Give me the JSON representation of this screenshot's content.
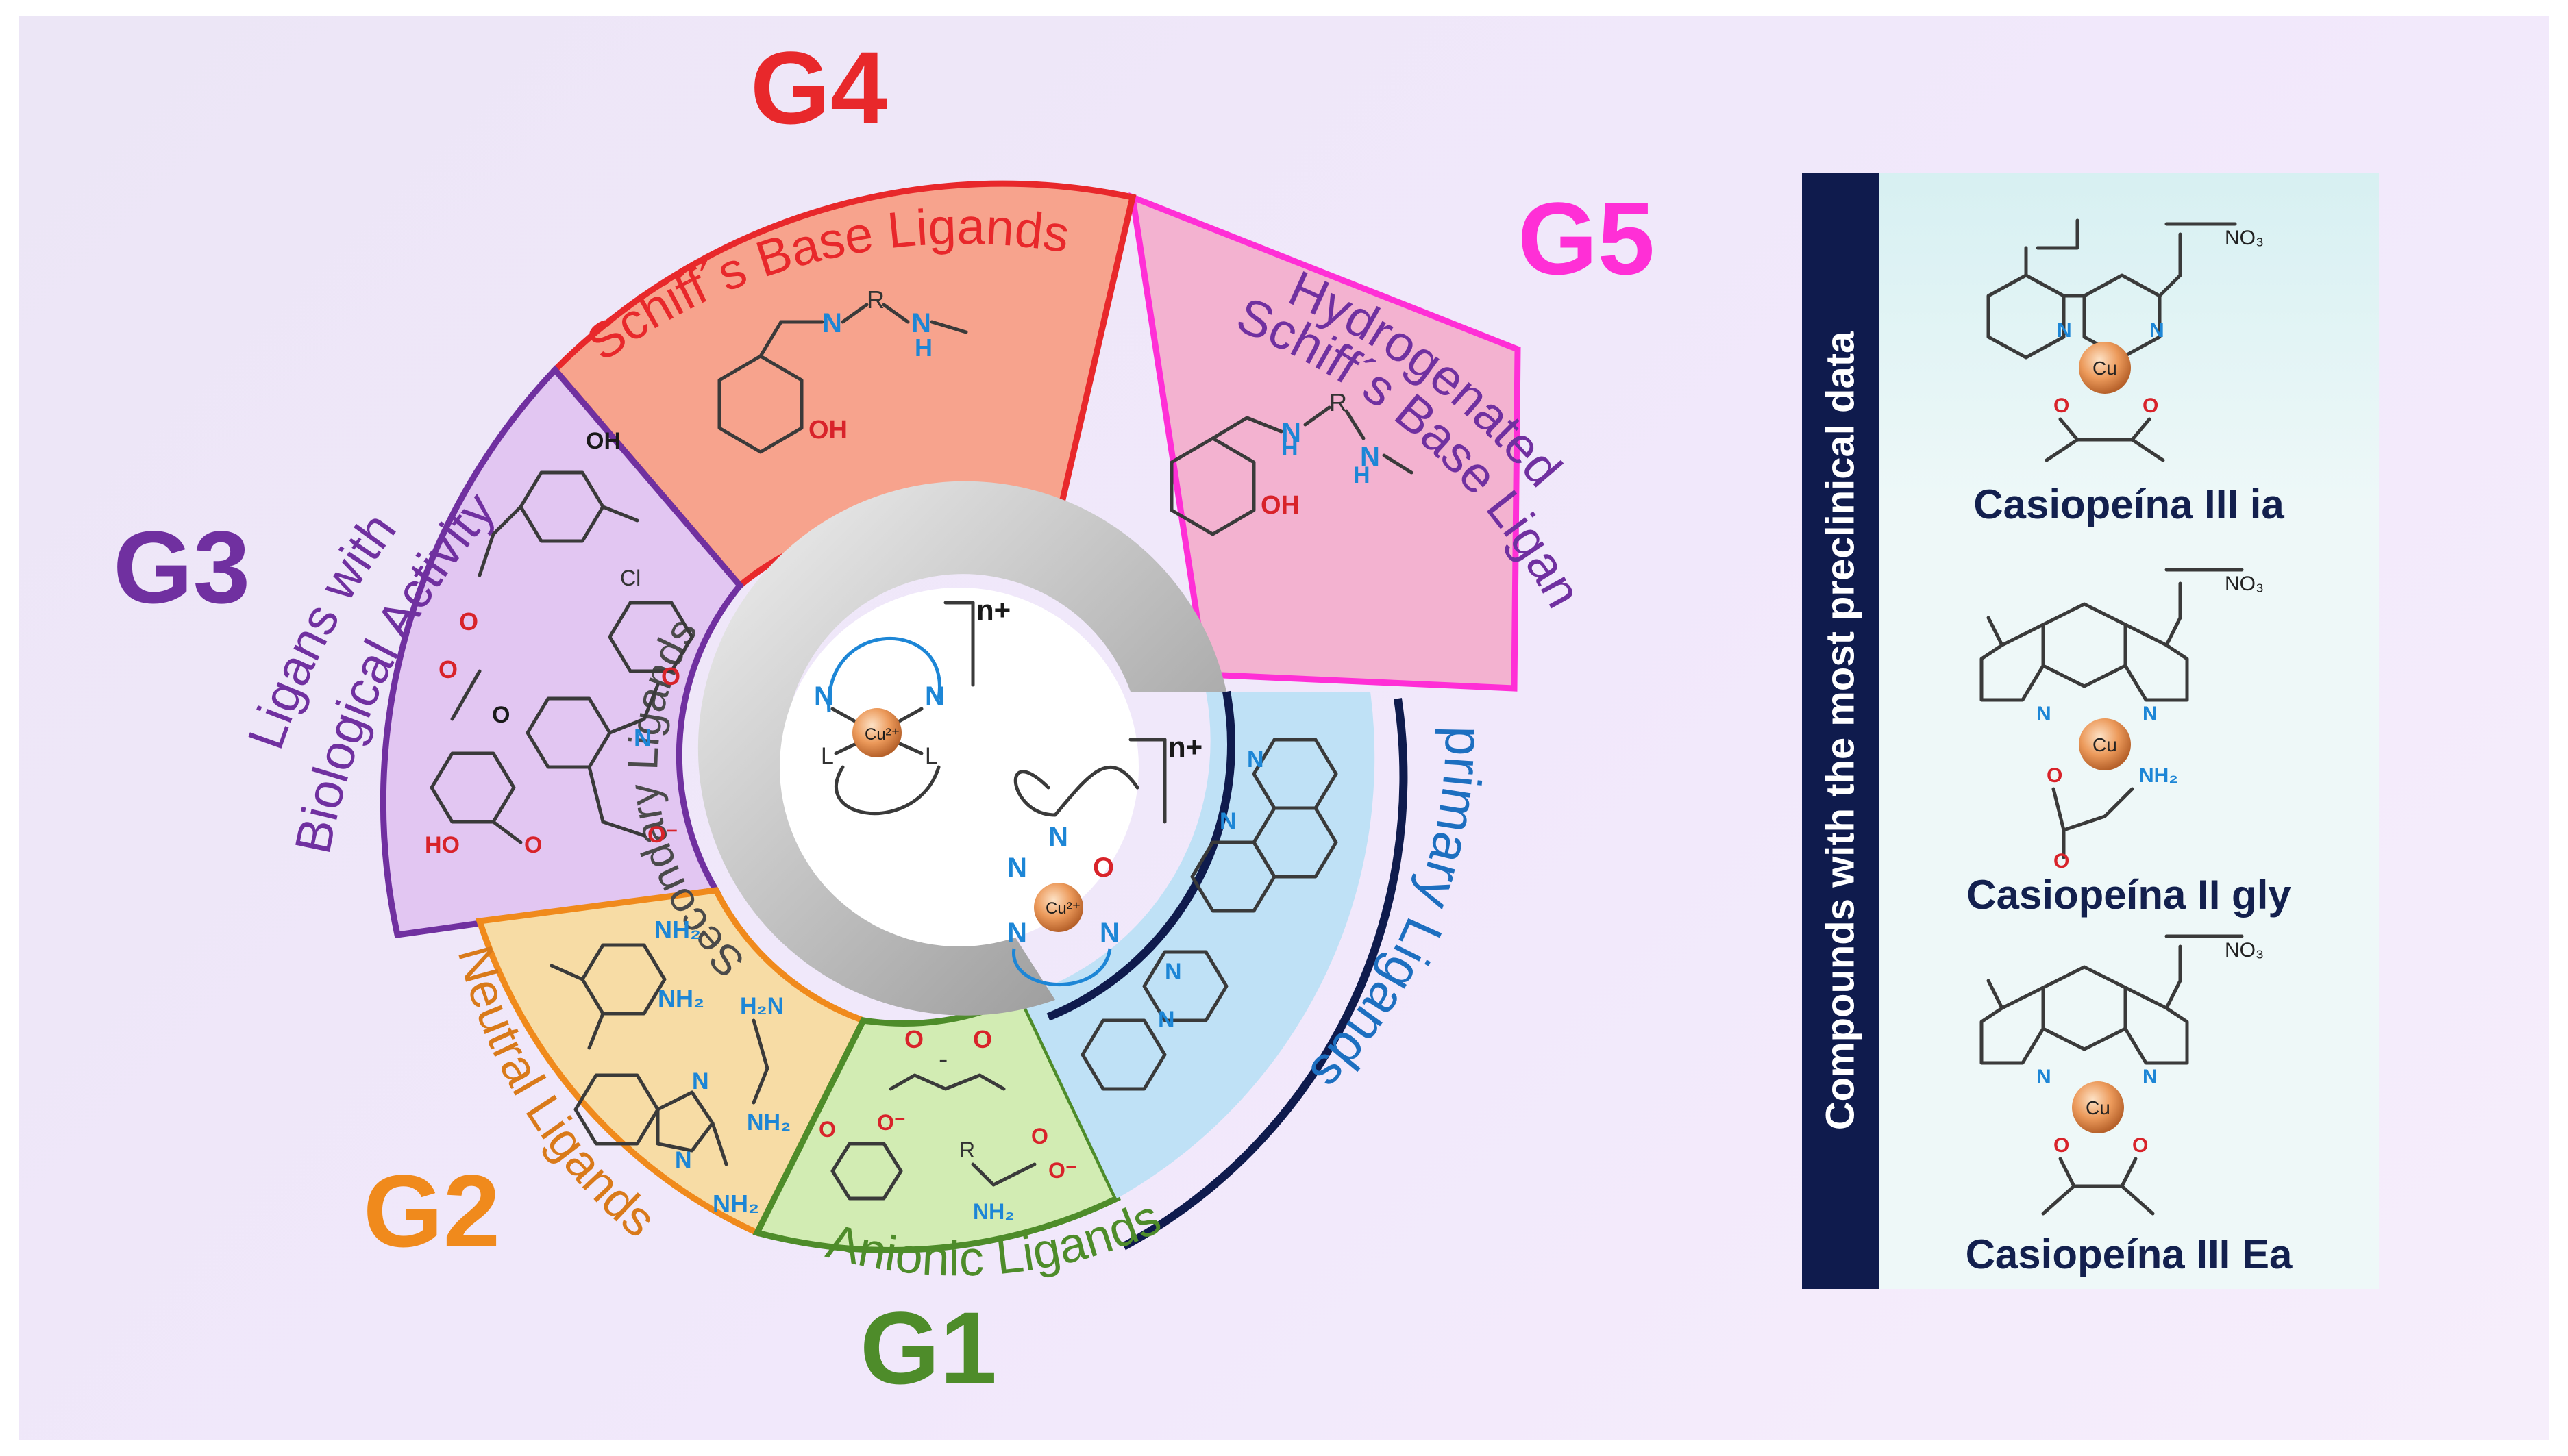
{
  "center": {
    "ring_label": "Secondary Ligands",
    "complex1": {
      "charge": "n+",
      "metal": "Cu²⁺",
      "donor_n": "N",
      "donor_l": "L"
    },
    "complex2": {
      "charge": "n+",
      "metal": "Cu²⁺",
      "donor_n": "N",
      "donor_o": "O"
    }
  },
  "groups": [
    {
      "id": "G1",
      "tag": "G1",
      "label": "Anionic Ligands",
      "color": "#4e8c2a",
      "fill": "#cfeab2"
    },
    {
      "id": "G2",
      "tag": "G2",
      "label": "Neutral Ligands",
      "color": "#f08a1c",
      "fill": "#f6dca3"
    },
    {
      "id": "G3",
      "tag": "G3",
      "label_line1": "Ligans with",
      "label_line2": "Biological Activity",
      "color": "#7030a0",
      "fill": "#e4c9f4"
    },
    {
      "id": "G4",
      "tag": "G4",
      "label": "Schiff´s Base Ligands",
      "color": "#e8282b",
      "fill": "#f6a98f"
    },
    {
      "id": "G5",
      "tag": "G5",
      "label_line1": "Hydrogenated",
      "label_line2": "Schiff´s Base Ligands",
      "color": "#ff2fd6",
      "fill": "#f3b2d0"
    }
  ],
  "primary": {
    "label": "primary Ligands",
    "color": "#0f1b4d",
    "fill": "#b8def5"
  },
  "atoms": {
    "N": "N",
    "O": "O",
    "R": "R",
    "H": "H",
    "OH": "OH",
    "HO": "HO",
    "Cl": "Cl",
    "NH2": "NH₂",
    "H2N": "H₂N",
    "O_minus": "O⁻",
    "minus": "-"
  },
  "panel": {
    "title": "Compounds with the most preclinical data",
    "compounds": [
      {
        "name": "Casiopeína III ia",
        "counterion": "NO₃",
        "metal": "Cu"
      },
      {
        "name": "Casiopeína II gly",
        "counterion": "NO₃",
        "metal": "Cu",
        "amine": "NH₂"
      },
      {
        "name": "Casiopeína III Ea",
        "counterion": "NO₃",
        "metal": "Cu"
      }
    ]
  },
  "colors": {
    "background": "#ece6f6",
    "panel_bar": "#0f1b4d",
    "copper": "#e89a5c"
  }
}
